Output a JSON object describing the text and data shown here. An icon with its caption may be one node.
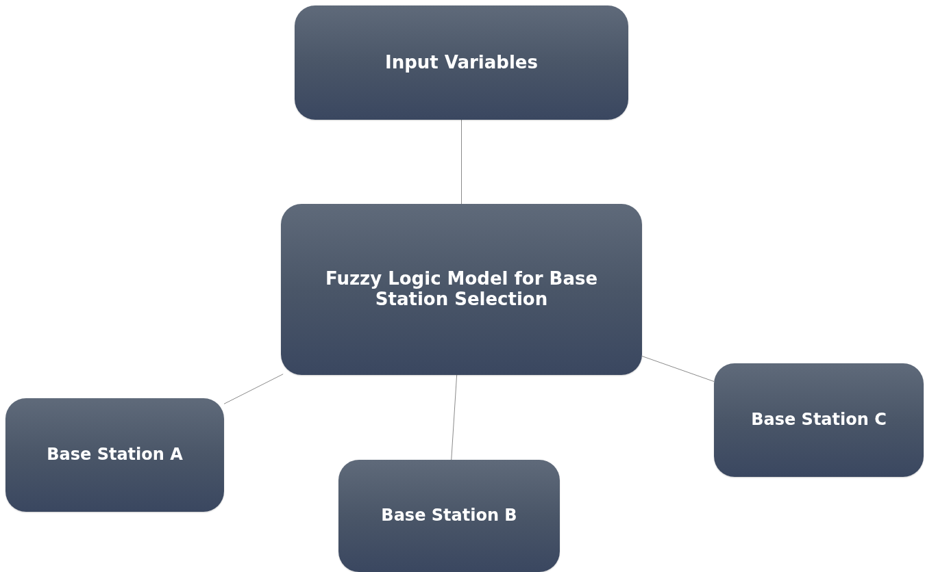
{
  "diagram": {
    "nodes": [
      {
        "text": [
          "Input Variables"
        ]
      },
      {
        "text": [
          "Fuzzy Logic Model for Base Station Selection"
        ]
      },
      {
        "text": [
          "Base Station A"
        ]
      },
      {
        "text": [
          "Base Station B"
        ]
      },
      {
        "text": [
          "Base Station C"
        ]
      }
    ],
    "edges": [
      {
        "from": 0,
        "to": 1,
        "arrow": "none"
      },
      {
        "from": 1,
        "to": 2,
        "arrow": "none"
      },
      {
        "from": 1,
        "to": 3,
        "arrow": "none"
      },
      {
        "from": 1,
        "to": 4,
        "arrow": "none"
      }
    ]
  }
}
